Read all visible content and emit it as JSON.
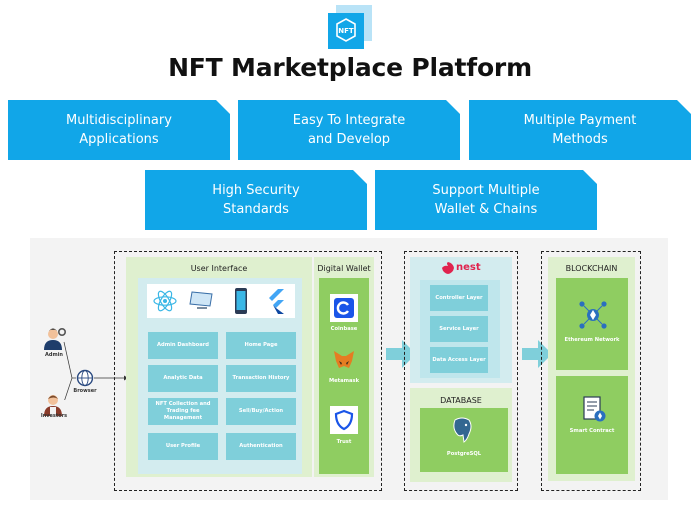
{
  "header": {
    "logo_text": "NFT",
    "title": "NFT Marketplace Platform"
  },
  "features": [
    "Multidisciplinary\nApplications",
    "Easy To Integrate\nand Develop",
    "Multiple Payment\nMethods",
    "High Security\nStandards",
    "Support Multiple\nWallet & Chains"
  ],
  "actors": {
    "admin": "Admin",
    "investors": "Investors",
    "browser": "Browser"
  },
  "user_interface": {
    "title": "User Interface",
    "items": [
      "Admin Dashboard",
      "Home Page",
      "Analytic Data",
      "Transaction History",
      "NFT Collection and\nTrading fee Management",
      "Sell/Buy/Action",
      "User Profile",
      "Authentication"
    ]
  },
  "digital_wallet": {
    "title": "Digital Wallet",
    "wallets": [
      "Coinbase",
      "Metamask",
      "Trust"
    ]
  },
  "backend": {
    "logo": "nest",
    "layers": [
      "Controller Layer",
      "Service Layer",
      "Data Access Layer"
    ]
  },
  "database": {
    "title": "DATABASE",
    "engine": "PostgreSQL"
  },
  "blockchain": {
    "title": "BLOCKCHAIN",
    "items": [
      "Ethereum Network",
      "Smart Contract"
    ]
  },
  "colors": {
    "accent_blue": "#11a6e8",
    "teal": "#7fcfda",
    "green": "#8fcd61"
  }
}
